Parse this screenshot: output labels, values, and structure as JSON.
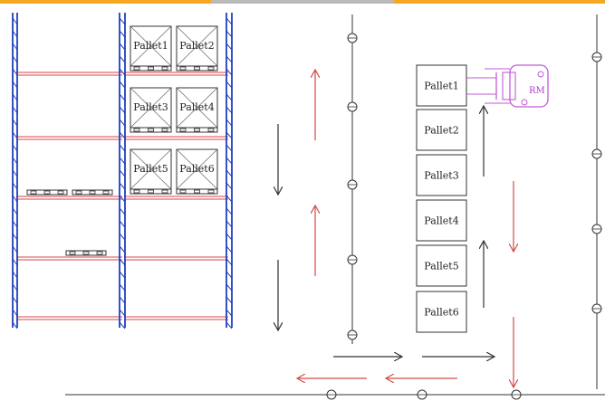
{
  "diagram": {
    "title": "Warehouse racking layout with reach truck",
    "top_band_colors": [
      "#f5a623",
      "#b9b9b9",
      "#f5a623"
    ],
    "colors": {
      "upright": "#1f3fbf",
      "beam": "#e06a6a",
      "line": "#333333",
      "arrow_red": "#d34b4b",
      "arrow_dark": "#333333",
      "truck": "#c25ad8"
    },
    "rack_pallets": [
      {
        "label": "Pallet1"
      },
      {
        "label": "Pallet2"
      },
      {
        "label": "Pallet3"
      },
      {
        "label": "Pallet4"
      },
      {
        "label": "Pallet5"
      },
      {
        "label": "Pallet6"
      }
    ],
    "floor_pallets": [
      {
        "label": "Pallet1"
      },
      {
        "label": "Pallet2"
      },
      {
        "label": "Pallet3"
      },
      {
        "label": "Pallet4"
      },
      {
        "label": "Pallet5"
      },
      {
        "label": "Pallet6"
      }
    ],
    "truck_label": "RM"
  }
}
